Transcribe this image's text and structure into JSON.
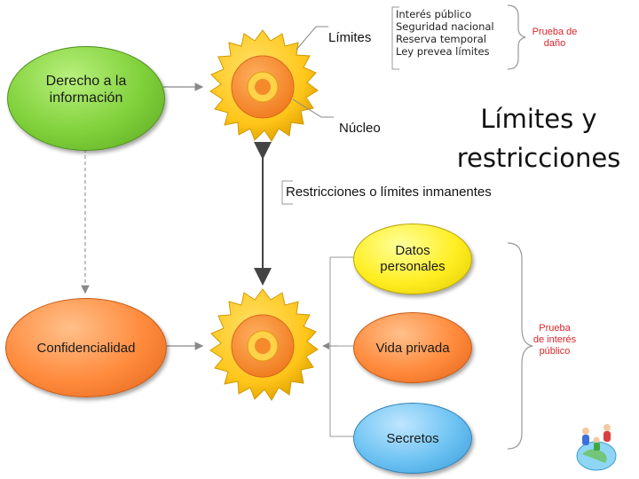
{
  "nodes": {
    "derecho": "Derecho a la información",
    "confidencialidad": "Confidencialidad",
    "datos": "Datos personales",
    "vida": "Vida privada",
    "secretos": "Secretos"
  },
  "labels": {
    "limites": "Límites",
    "nucleo": "Núcleo",
    "restricciones": "Restricciones o límites inmanentes",
    "prueba_dano": "Prueba de daño",
    "prueba_interes": "Prueba de interés público"
  },
  "limit_items": [
    "Interés público",
    "Seguridad nacional",
    "Reserva temporal",
    "Ley prevea límites"
  ],
  "title": "Límites y restricciones",
  "colors": {
    "green": "#7fd03a",
    "orange": "#ff8a3c",
    "yellow": "#ffee22",
    "blue": "#6cc2f2",
    "gear": "#ffc61a",
    "red_text": "#d8262b"
  },
  "icons": [
    "gear-icon",
    "globe-people-icon"
  ]
}
